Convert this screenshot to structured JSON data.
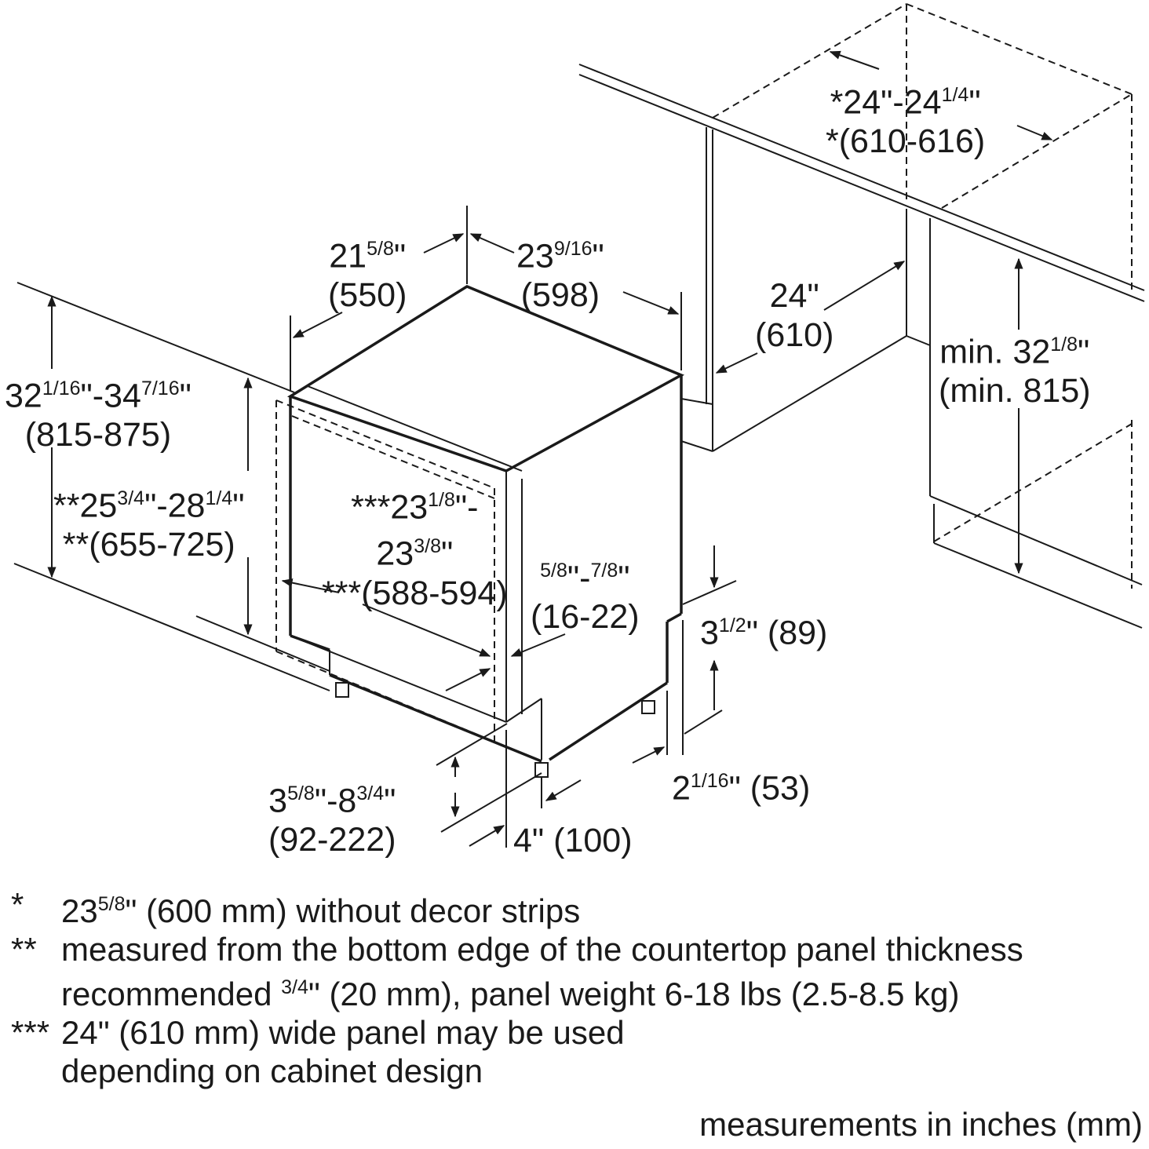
{
  "dimensions": {
    "cabinet_width": {
      "line1": "*24\"-24",
      "frac1": "1/4",
      "tail1": "\"",
      "line2": "*(610-616)"
    },
    "depth_left": {
      "whole": "21",
      "frac": "5/8",
      "tail": "\"",
      "mm": "(550)"
    },
    "depth_right": {
      "whole": "23",
      "frac": "9/16",
      "tail": "\"",
      "mm": "(598)"
    },
    "cabinet_depth": {
      "inch": "24\"",
      "mm": "(610)"
    },
    "min_height": {
      "prefix": "min. 32",
      "frac": "1/8",
      "tail": "\"",
      "mm": "(min. 815)"
    },
    "total_height": {
      "a": "32",
      "af": "1/16",
      "b": "\"-34",
      "bf": "7/16",
      "tail": "\"",
      "mm": "(815-875)"
    },
    "door_height": {
      "a": "**25",
      "af": "3/4",
      "b": "\"-28",
      "bf": "1/4",
      "tail": "\"",
      "mm": "**(655-725)"
    },
    "door_width": {
      "a": "***23",
      "af": "1/8",
      "tail1": "\"-",
      "b": "23",
      "bf": "3/8",
      "tail2": "\"",
      "mm": "***(588-594)"
    },
    "door_thickness": {
      "af": "5/8",
      "mid": "\"-",
      "bf": "7/8",
      "tail": "\"",
      "mm": "(16-22)"
    },
    "toe_kick_height": {
      "whole": "3",
      "frac": "1/2",
      "tail": "\" (89)"
    },
    "foot_offset": {
      "whole": "2",
      "frac": "1/16",
      "tail": "\" (53)"
    },
    "leg_adjust": {
      "a": "3",
      "af": "5/8",
      "b": "\"-8",
      "bf": "3/4",
      "tail": "\"",
      "mm": "(92-222)"
    },
    "toe_depth": {
      "text": "4\" (100)"
    }
  },
  "notes": [
    {
      "mark": "*",
      "pre": "23",
      "frac": "5/8",
      "post": "\" (600 mm) without decor strips",
      "cont": ""
    },
    {
      "mark": "**",
      "pre": "measured from the bottom edge of the countertop panel thickness",
      "cont_pre": "recommended ",
      "cont_frac": "3/4",
      "cont_post": "\" (20 mm), panel weight 6-18 lbs (2.5-8.5 kg)"
    },
    {
      "mark": "***",
      "pre": "24\" (610 mm) wide panel may be used",
      "cont": "depending on cabinet design"
    }
  ],
  "units_note": "measurements in inches (mm)"
}
